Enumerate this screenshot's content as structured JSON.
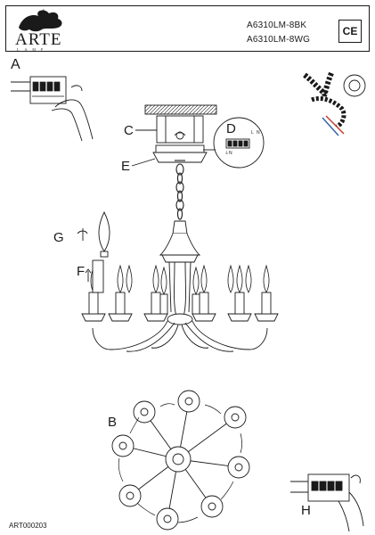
{
  "header": {
    "brand": "ARTE",
    "brand_sub": "LAMP",
    "models": [
      "A6310LM-8BK",
      "A6310LM-8WG"
    ],
    "cert_mark": "CE"
  },
  "labels": {
    "a": "A",
    "b": "B",
    "c": "C",
    "d": "D",
    "e": "E",
    "f": "F",
    "g": "G",
    "h": "H"
  },
  "wire_labels": {
    "l": "L",
    "n": "N",
    "ground": "⏚N"
  },
  "footer": {
    "code": "ART000203"
  }
}
